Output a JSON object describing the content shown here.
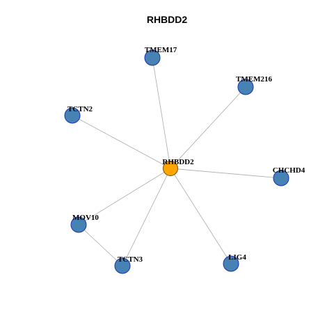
{
  "title": "RHBDD2",
  "colors": {
    "hub_node": "#ffa500",
    "node": "#4682b4",
    "node_border": "#1a2fb5",
    "edge": "#aaaaaa"
  },
  "nodes": [
    {
      "id": "RHBDD2",
      "label": "RHBDD2",
      "hub": true
    },
    {
      "id": "TMEM17",
      "label": "TMEM17",
      "hub": false
    },
    {
      "id": "TMEM216",
      "label": "TMEM216",
      "hub": false
    },
    {
      "id": "TCTN2",
      "label": "TCTN2",
      "hub": false
    },
    {
      "id": "CHCHD4",
      "label": "CHCHD4",
      "hub": false
    },
    {
      "id": "MOV10",
      "label": "MOV10",
      "hub": false
    },
    {
      "id": "TCTN3",
      "label": "TCTN3",
      "hub": false
    },
    {
      "id": "LIG4",
      "label": "LIG4",
      "hub": false
    }
  ],
  "edges": [
    {
      "source": "RHBDD2",
      "target": "TMEM17"
    },
    {
      "source": "RHBDD2",
      "target": "TMEM216"
    },
    {
      "source": "RHBDD2",
      "target": "TCTN2"
    },
    {
      "source": "RHBDD2",
      "target": "CHCHD4"
    },
    {
      "source": "RHBDD2",
      "target": "MOV10"
    },
    {
      "source": "RHBDD2",
      "target": "TCTN3"
    },
    {
      "source": "RHBDD2",
      "target": "LIG4"
    },
    {
      "source": "MOV10",
      "target": "TCTN3"
    }
  ]
}
